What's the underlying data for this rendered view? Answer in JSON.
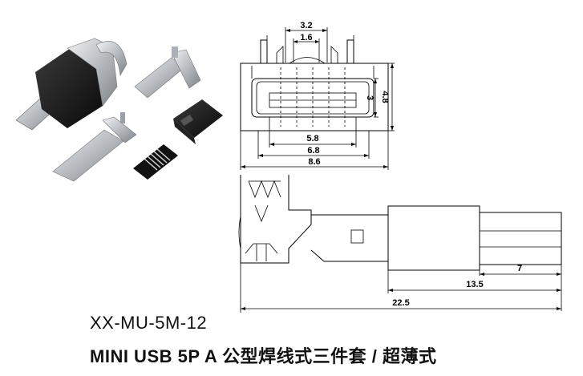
{
  "title": {
    "part_code": "XX-MU-5M-12",
    "description": "MINI  USB 5P A 公型焊线式三件套 / 超薄式"
  },
  "front_view": {
    "dims": [
      "3.2",
      "1.6",
      "3",
      "4.8",
      "5.8",
      "6.8",
      "8.6"
    ]
  },
  "side_view": {
    "dims": [
      "7",
      "13.5",
      "22.5"
    ]
  },
  "colors": {
    "line": "#000000",
    "plug_body": "#1a1a1a",
    "metal": "#c9ccd0"
  }
}
